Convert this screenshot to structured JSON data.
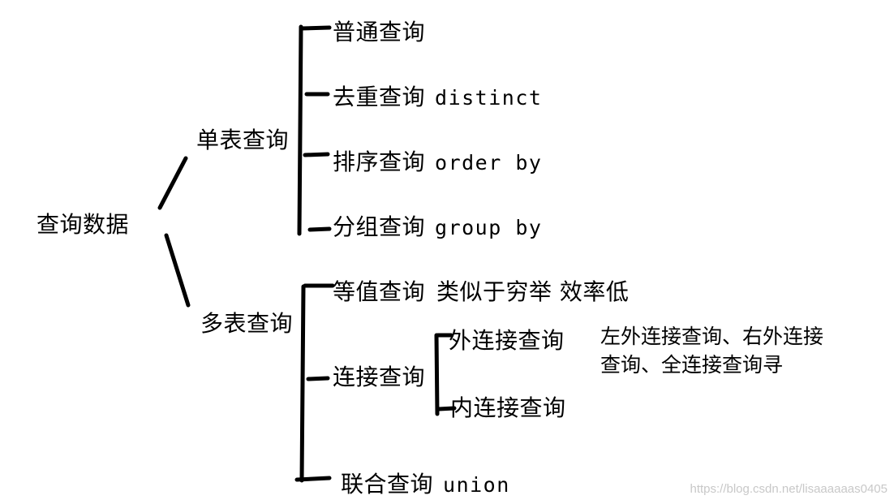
{
  "root": "查询数据",
  "single_table": {
    "label": "单表查询",
    "children": [
      {
        "label": "普通查询",
        "keyword": ""
      },
      {
        "label": "去重查询",
        "keyword": "distinct"
      },
      {
        "label": "排序查询",
        "keyword": "order by"
      },
      {
        "label": "分组查询",
        "keyword": "group by"
      }
    ]
  },
  "multi_table": {
    "label": "多表查询",
    "equal_join": {
      "label": "等值查询",
      "note": "类似于穷举 效率低"
    },
    "join": {
      "label": "连接查询",
      "outer": {
        "label": "外连接查询",
        "note": "左外连接查询、右外连接查询、全连接查询寻"
      },
      "inner": {
        "label": "内连接查询"
      }
    },
    "union": {
      "label": "联合查询",
      "keyword": "union"
    }
  },
  "watermark": "https://blog.csdn.net/lisaaaaaas0405",
  "colors": {
    "ink": "#000000",
    "background": "#ffffff",
    "watermark": "#c8c8c8"
  }
}
